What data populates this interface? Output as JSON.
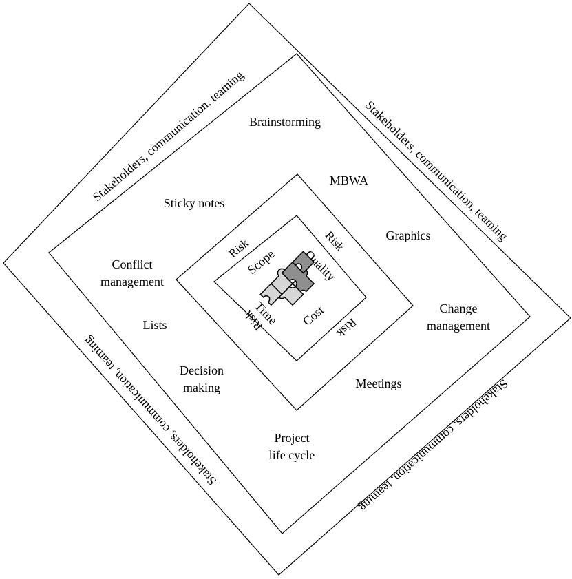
{
  "outer_border_text": [
    "Stakeholders, communication, teaming",
    "Stakeholders, communication, teaming",
    "Stakeholders, communication, teaming",
    "Stakeholders, communication, teaming"
  ],
  "middle_ring": {
    "brainstorming": "Brainstorming",
    "mbwa": "MBWA",
    "sticky_notes": "Sticky notes",
    "graphics": "Graphics",
    "conflict_line1": "Conflict",
    "conflict_line2": "management",
    "change_line1": "Change",
    "change_line2": "management",
    "lists": "Lists",
    "decision_line1": "Decision",
    "decision_line2": "making",
    "meetings": "Meetings",
    "project_line1": "Project",
    "project_line2": "life cycle"
  },
  "risk_ring": [
    "Risk",
    "Risk",
    "Risk",
    "Risk"
  ],
  "core": {
    "scope": "Scope",
    "quality": "Quality",
    "time": "Time",
    "cost": "Cost"
  },
  "colors": {
    "line": "#000000",
    "puzzle_light": "#d6d6d6",
    "puzzle_dark": "#8f8f8f"
  }
}
